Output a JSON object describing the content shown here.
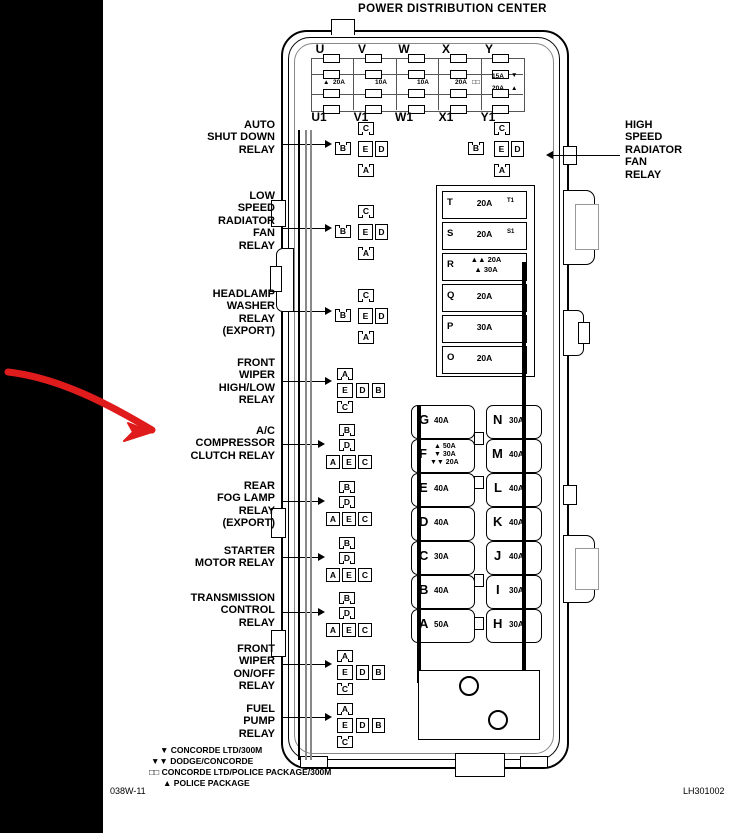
{
  "document": {
    "title": "POWER DISTRIBUTION CENTER",
    "drawing_number": "038W-11",
    "figure_code": "LH301002"
  },
  "top_fuse_block": {
    "top_columns": [
      "U",
      "V",
      "W",
      "X",
      "Y"
    ],
    "bottom_columns": [
      "U1",
      "V1",
      "W1",
      "X1",
      "Y1"
    ],
    "fuses": [
      {
        "column": "U",
        "amp": "20A",
        "marker": "▲",
        "marker_pos": "left"
      },
      {
        "column": "V",
        "amp": "10A",
        "marker": "",
        "marker_pos": ""
      },
      {
        "column": "W",
        "amp": "10A",
        "marker": "",
        "marker_pos": ""
      },
      {
        "column": "X",
        "amp": "20A",
        "marker": "□□",
        "marker_pos": "right"
      },
      {
        "column": "Y",
        "amp": "15A",
        "amp2": "20A",
        "marker": "▼",
        "marker2": "▲",
        "marker_pos": "right"
      }
    ]
  },
  "mid_fuse_cage": {
    "rows": [
      {
        "id": "T",
        "amp": "20A",
        "right_id": "T1"
      },
      {
        "id": "S",
        "amp": "20A",
        "right_id": "S1"
      },
      {
        "id": "R",
        "amp": "▲▲ 20A",
        "amp2": "▲ 30A",
        "right_id": ""
      },
      {
        "id": "Q",
        "amp": "20A",
        "right_id": ""
      },
      {
        "id": "P",
        "amp": "30A",
        "right_id": ""
      },
      {
        "id": "O",
        "amp": "20A",
        "right_id": ""
      }
    ]
  },
  "cartridge_fuses": {
    "left_column": [
      {
        "id": "G",
        "amp": "40A"
      },
      {
        "id": "F",
        "amp": "▲ 50A",
        "amp2": "▼ 30A",
        "amp3": "▼▼ 20A"
      },
      {
        "id": "E",
        "amp": "40A"
      },
      {
        "id": "D",
        "amp": "40A"
      },
      {
        "id": "C",
        "amp": "30A"
      },
      {
        "id": "B",
        "amp": "40A"
      },
      {
        "id": "A",
        "amp": "50A"
      }
    ],
    "right_column": [
      {
        "id": "N",
        "amp": "30A"
      },
      {
        "id": "M",
        "amp": "40A"
      },
      {
        "id": "L",
        "amp": "40A"
      },
      {
        "id": "K",
        "amp": "40A"
      },
      {
        "id": "J",
        "amp": "40A"
      },
      {
        "id": "I",
        "amp": "30A"
      },
      {
        "id": "H",
        "amp": "30A"
      }
    ]
  },
  "left_callouts": [
    {
      "lines": [
        "AUTO",
        "SHUT DOWN",
        "RELAY"
      ],
      "terminals": [
        "C",
        "B",
        "E",
        "D",
        "A"
      ],
      "pattern": "five"
    },
    {
      "lines": [
        "LOW",
        "SPEED",
        "RADIATOR",
        "FAN",
        "RELAY"
      ],
      "terminals": [
        "C",
        "B",
        "E",
        "D",
        "A"
      ],
      "pattern": "five"
    },
    {
      "lines": [
        "HEADLAMP",
        "WASHER",
        "RELAY",
        "(EXPORT)"
      ],
      "terminals": [
        "C",
        "B",
        "E",
        "D",
        "A"
      ],
      "pattern": "five"
    },
    {
      "lines": [
        "FRONT",
        "WIPER",
        "HIGH/LOW",
        "RELAY"
      ],
      "terminals": [
        "A",
        "E",
        "D",
        "B",
        "C"
      ],
      "pattern": "wiper"
    },
    {
      "lines": [
        "A/C",
        "COMPRESSOR",
        "CLUTCH RELAY"
      ],
      "terminals": [
        "B",
        "D",
        "A",
        "E",
        "C"
      ],
      "pattern": "bdaec"
    },
    {
      "lines": [
        "REAR",
        "FOG LAMP",
        "RELAY",
        "(EXPORT)"
      ],
      "terminals": [
        "B",
        "D",
        "A",
        "E",
        "C"
      ],
      "pattern": "bdaec"
    },
    {
      "lines": [
        "STARTER",
        "MOTOR RELAY"
      ],
      "terminals": [
        "B",
        "D",
        "A",
        "E",
        "C"
      ],
      "pattern": "bdaec"
    },
    {
      "lines": [
        "TRANSMISSION",
        "CONTROL",
        "RELAY"
      ],
      "terminals": [
        "B",
        "D",
        "A",
        "E",
        "C"
      ],
      "pattern": "bdaec"
    },
    {
      "lines": [
        "FRONT",
        "WIPER",
        "ON/OFF",
        "RELAY"
      ],
      "terminals": [
        "A",
        "E",
        "D",
        "B",
        "C"
      ],
      "pattern": "wiper"
    },
    {
      "lines": [
        "FUEL",
        "PUMP",
        "RELAY"
      ],
      "terminals": [
        "A",
        "E",
        "D",
        "B",
        "C"
      ],
      "pattern": "wiper"
    }
  ],
  "right_callout": {
    "lines": [
      "HIGH",
      "SPEED",
      "RADIATOR",
      "FAN",
      "RELAY"
    ],
    "terminals": [
      "C",
      "B",
      "E",
      "D",
      "A"
    ]
  },
  "legend": [
    {
      "symbol": "▼",
      "text": "CONCORDE LTD/300M"
    },
    {
      "symbol": "▼▼",
      "text": "DODGE/CONCORDE"
    },
    {
      "symbol": "□□",
      "text": "CONCORDE LTD/POLICE PACKAGE/300M"
    },
    {
      "symbol": "▲",
      "text": "POLICE PACKAGE"
    }
  ],
  "annotation": {
    "type": "red-arrow",
    "color": "#e01b1b",
    "points_to": "A/C COMPRESSOR CLUTCH RELAY"
  }
}
